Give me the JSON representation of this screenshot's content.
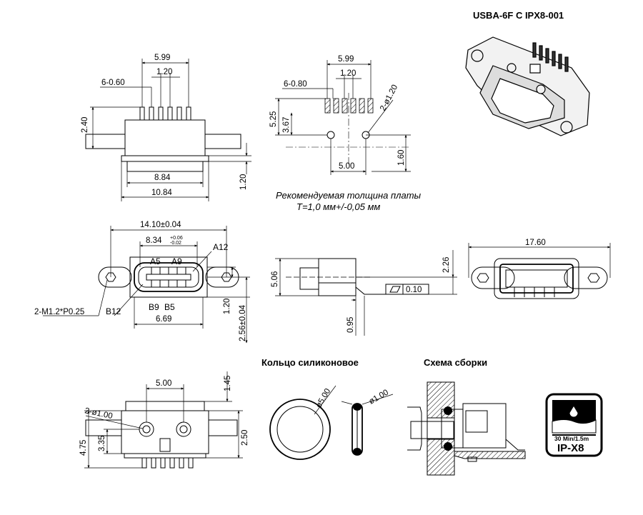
{
  "title": "USBA-6F C IPX8-001",
  "top_front": {
    "pitch_total": "5.99",
    "pitch": "1.20",
    "pins": "6-0.60",
    "height": "2.40",
    "body_width": "8.84",
    "flange_width": "10.84",
    "flange_h": "1.20"
  },
  "pcb_layout": {
    "pitch_total": "5.99",
    "pitch": "1.20",
    "pads": "6-0.80",
    "row_h": "5.25",
    "row_offset": "3.67",
    "holes": "2-ø1.20",
    "hole_spacing": "5.00",
    "hole_y": "1.60"
  },
  "note": {
    "line1": "Рекомендуемая толщина платы",
    "line2": "T=1,0 мм+/-0,05 мм"
  },
  "mid_front": {
    "total": "14.10±0.04",
    "inner": "8.34",
    "tol_up": "+0.06",
    "tol_dn": "-0.02",
    "pin_a12": "A12",
    "pin_a5": "A5",
    "pin_a9": "A9",
    "pin_b9": "B9",
    "pin_b5": "B5",
    "pin_b12": "B12",
    "thread": "2-M1.2*P0.25",
    "opening": "6.69",
    "h1": "1.20",
    "h2": "2.56±0.04"
  },
  "side": {
    "h": "5.06",
    "top": "2.26",
    "bottom": "0.95",
    "flatness": "0.10"
  },
  "rear": {
    "width": "17.60"
  },
  "bottom": {
    "spacing": "5.00",
    "holes": "2-ø1.00",
    "h_top": "1.45",
    "h1": "3.35",
    "h2": "4.75",
    "h3": "2.50"
  },
  "ring": {
    "title": "Кольцо силиконовое",
    "outer": "ø5.00",
    "cross": "ø1.00"
  },
  "assembly": {
    "title": "Схема сборки"
  },
  "badge": {
    "rating": "30 Min/1.5m",
    "code": "IP-X8"
  }
}
